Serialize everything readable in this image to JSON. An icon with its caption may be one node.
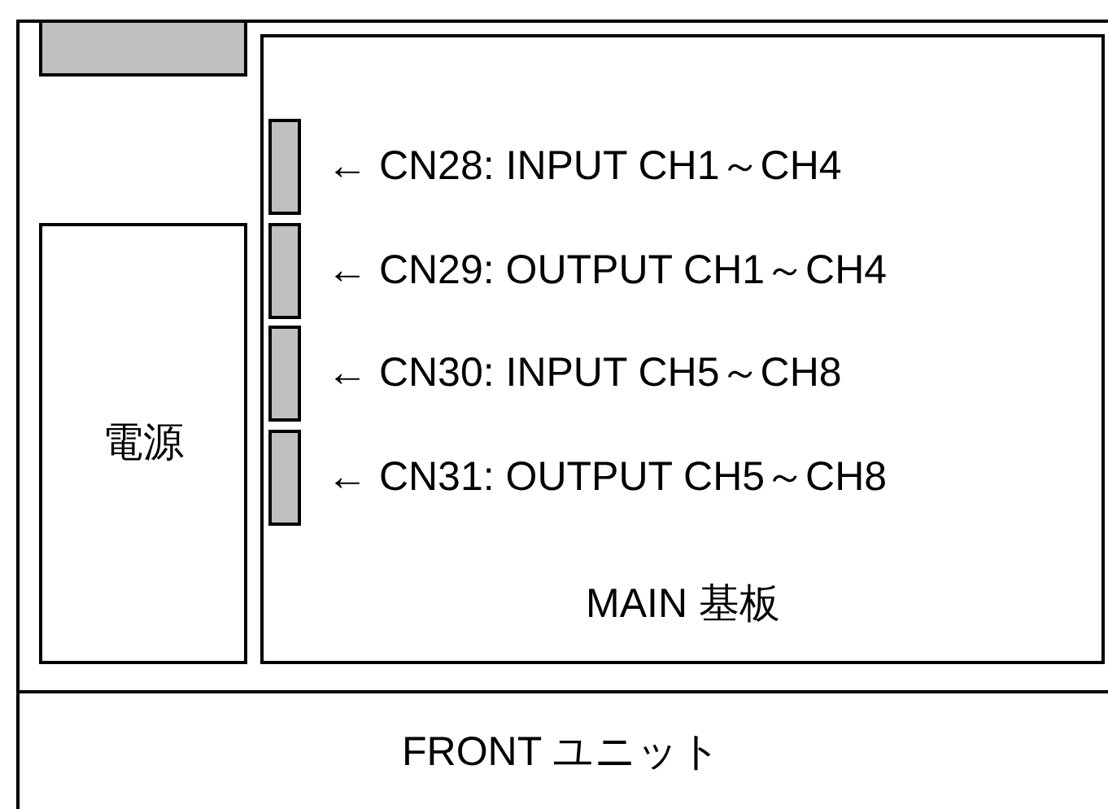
{
  "diagram": {
    "nodes": [
      {
        "text": [],
        "shape": "box"
      },
      {
        "text": [],
        "shape": "box",
        "in": 0
      },
      {
        "text": [
          "電源"
        ],
        "in": 0
      },
      {
        "text": [
          "MAIN 基板"
        ],
        "in": 0
      },
      {
        "text": [],
        "shape": "box",
        "in": 3,
        "beside": [
          "← CN28: INPUT CH1～CH4"
        ]
      },
      {
        "text": [],
        "shape": "box",
        "in": 3,
        "beside": [
          "← CN29: OUTPUT CH1～CH4"
        ]
      },
      {
        "text": [],
        "shape": "box",
        "in": 3,
        "beside": [
          "← CN30: INPUT CH5～CH8"
        ]
      },
      {
        "text": [],
        "shape": "box",
        "in": 3,
        "beside": [
          "← CN31: OUTPUT CH5～CH8"
        ]
      },
      {
        "text": [
          "FRONT ユニット"
        ],
        "in": 0
      }
    ]
  }
}
